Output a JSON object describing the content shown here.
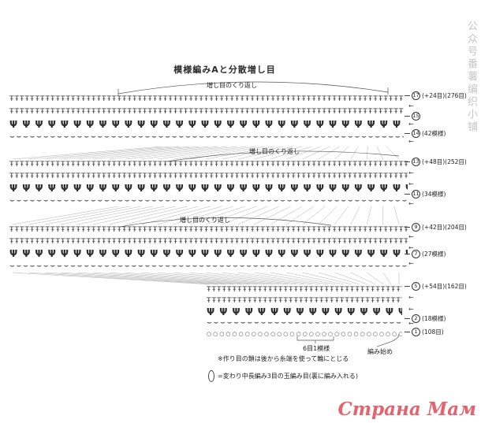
{
  "title": "模様編みAと分散増し目",
  "watermark": {
    "text": "Страна Мам",
    "color": "#e4636e"
  },
  "side_watermark": {
    "text": "公众号番薯编织小铺",
    "color": "#c6c6c6"
  },
  "notes": {
    "foundation": "※作り目の鎖は後から糸端を使って輪にとじる",
    "pattern_repeat": "6目1模様",
    "start": "編み始め",
    "legend": "=変わり中長編み3目の玉編み目(裏に編み入れる)"
  },
  "repeat_labels": [
    "増し目のくり返し",
    "増し目のくり返し",
    "増し目のくり返し"
  ],
  "right_labels": [
    {
      "num": "17",
      "text": "(+24目)(276目)"
    },
    {
      "num": "15",
      "text": ""
    },
    {
      "num": "14",
      "text": "(42模様)"
    },
    {
      "num": "13",
      "text": "(+48目)(252目)"
    },
    {
      "num": "11",
      "text": "(34模様)"
    },
    {
      "num": "9",
      "text": "(+42目)(204目)"
    },
    {
      "num": "7",
      "text": "(27模様)"
    },
    {
      "num": "5",
      "text": "(+54目)(162目)"
    },
    {
      "num": "2",
      "text": "(18模様)"
    },
    {
      "num": "1",
      "text": "(108目)"
    }
  ],
  "stitch_symbols": {
    "double_crochet": "Ŧ",
    "shell": "Ψ",
    "arch": "⌣",
    "chain": "○",
    "arrow": "←"
  },
  "bands": [
    {
      "name": "band-rows-14-17",
      "rows": [
        {
          "type": "dc",
          "count": 95
        },
        {
          "type": "dc",
          "count": 95
        },
        {
          "type": "shell",
          "count": 40
        },
        {
          "type": "arch",
          "count": 70
        }
      ]
    },
    {
      "name": "band-rows-10-13",
      "rows": [
        {
          "type": "dc",
          "count": 95
        },
        {
          "type": "dc",
          "count": 95
        },
        {
          "type": "shell",
          "count": 40
        },
        {
          "type": "arch",
          "count": 70
        }
      ]
    },
    {
      "name": "band-rows-6-9",
      "rows": [
        {
          "type": "dc",
          "count": 95
        },
        {
          "type": "dc",
          "count": 95
        },
        {
          "type": "shell",
          "count": 40
        },
        {
          "type": "arch",
          "count": 70
        }
      ]
    },
    {
      "name": "band-rows-1-5",
      "rows": [
        {
          "type": "dc",
          "count": 50
        },
        {
          "type": "dc",
          "count": 50
        },
        {
          "type": "shell",
          "count": 20
        },
        {
          "type": "arch",
          "count": 35
        },
        {
          "type": "chain",
          "count": 45
        }
      ]
    }
  ]
}
